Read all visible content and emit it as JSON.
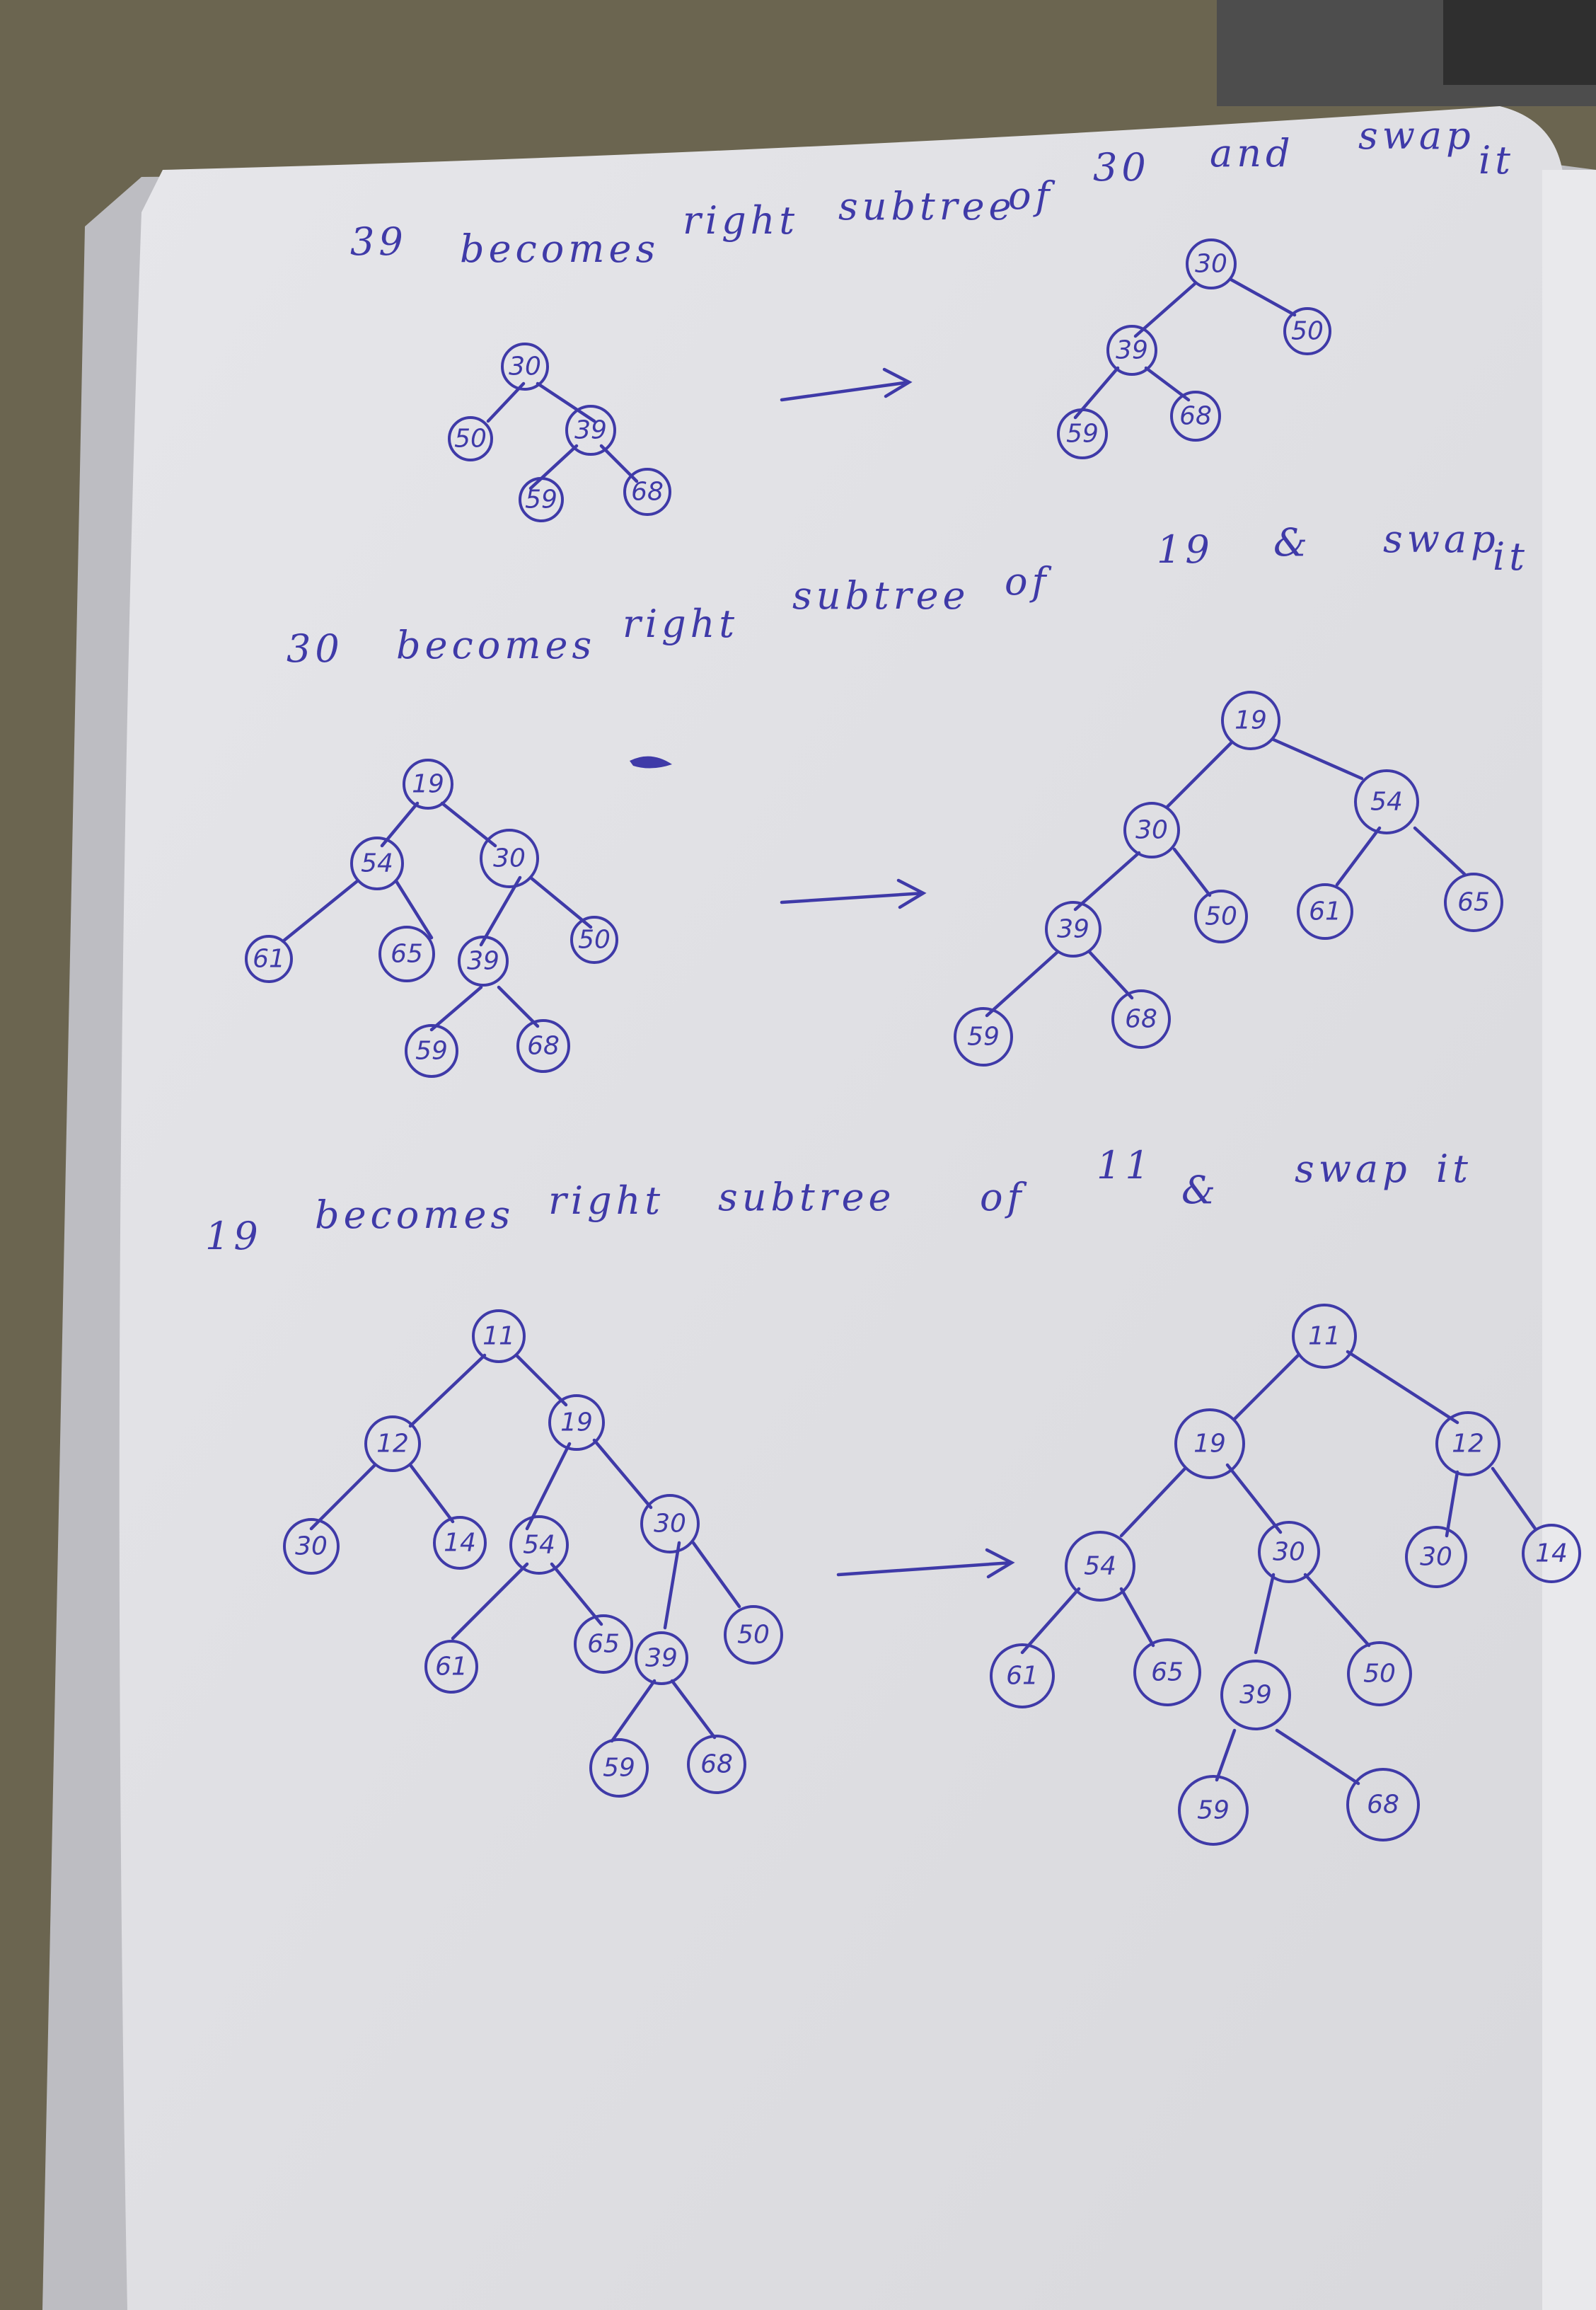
{
  "step1": {
    "num": "39",
    "w_becomes": "becomes",
    "w_right": "right",
    "w_subtree": "subtree",
    "w_of": "of",
    "target": "30",
    "w_and": "and",
    "w_swap": "swap",
    "w_it": "it"
  },
  "step2": {
    "num": "30",
    "w_becomes": "becomes",
    "w_right": "right",
    "w_subtree": "subtree",
    "w_of": "of",
    "target": "19",
    "w_and": "&",
    "w_swap": "swap",
    "w_it": "it"
  },
  "step3": {
    "num": "19",
    "w_becomes": "becomes",
    "w_right": "right",
    "w_subtree": "subtree",
    "w_of": "of",
    "target": "11",
    "w_and": "&",
    "w_swap": "swap",
    "w_it": "it"
  },
  "trees": {
    "t1_before": [
      "30",
      "50",
      "39",
      "59",
      "68"
    ],
    "t1_after": [
      "30",
      "39",
      "50",
      "59",
      "68"
    ],
    "t2_before": [
      "19",
      "54",
      "30",
      "61",
      "65",
      "39",
      "50",
      "59",
      "68"
    ],
    "t2_after": [
      "19",
      "30",
      "54",
      "39",
      "50",
      "61",
      "65",
      "59",
      "68"
    ],
    "t3_before": [
      "11",
      "12",
      "19",
      "30",
      "14",
      "54",
      "30",
      "61",
      "65",
      "39",
      "50",
      "59",
      "68"
    ],
    "t3_after": [
      "11",
      "19",
      "12",
      "54",
      "30",
      "30",
      "14",
      "61",
      "65",
      "39",
      "50",
      "59",
      "68"
    ]
  },
  "colors": {
    "ink": "#3f3aa8",
    "paper": "#e3e3e6",
    "desk": "#6b6550"
  }
}
